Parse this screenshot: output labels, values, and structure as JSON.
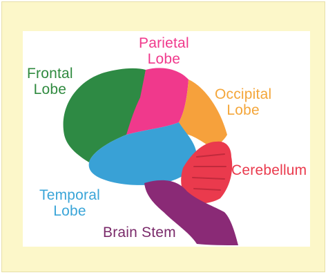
{
  "labels": {
    "frontal": {
      "line1": "Frontal",
      "line2": "Lobe",
      "color": "#2f8a3f"
    },
    "parietal": {
      "line1": "Parietal",
      "line2": "Lobe",
      "color": "#f0398c"
    },
    "occipital": {
      "line1": "Occipital",
      "line2": "Lobe",
      "color": "#f4a63a"
    },
    "cerebellum": {
      "line1": "Cerebellum",
      "color": "#ea3a4d"
    },
    "temporal": {
      "line1": "Temporal",
      "line2": "Lobe",
      "color": "#3aa5d8"
    },
    "brain_stem": {
      "line1": "Brain Stem",
      "color": "#7a2a6a"
    }
  },
  "colors": {
    "background": "#fcf7c9",
    "frontal": "#2e8a44",
    "parietal": "#f0398c",
    "occipital": "#f6a13c",
    "temporal": "#39a1d6",
    "cerebellum": "#ea3a4d",
    "brain_stem": "#8a2a76"
  }
}
